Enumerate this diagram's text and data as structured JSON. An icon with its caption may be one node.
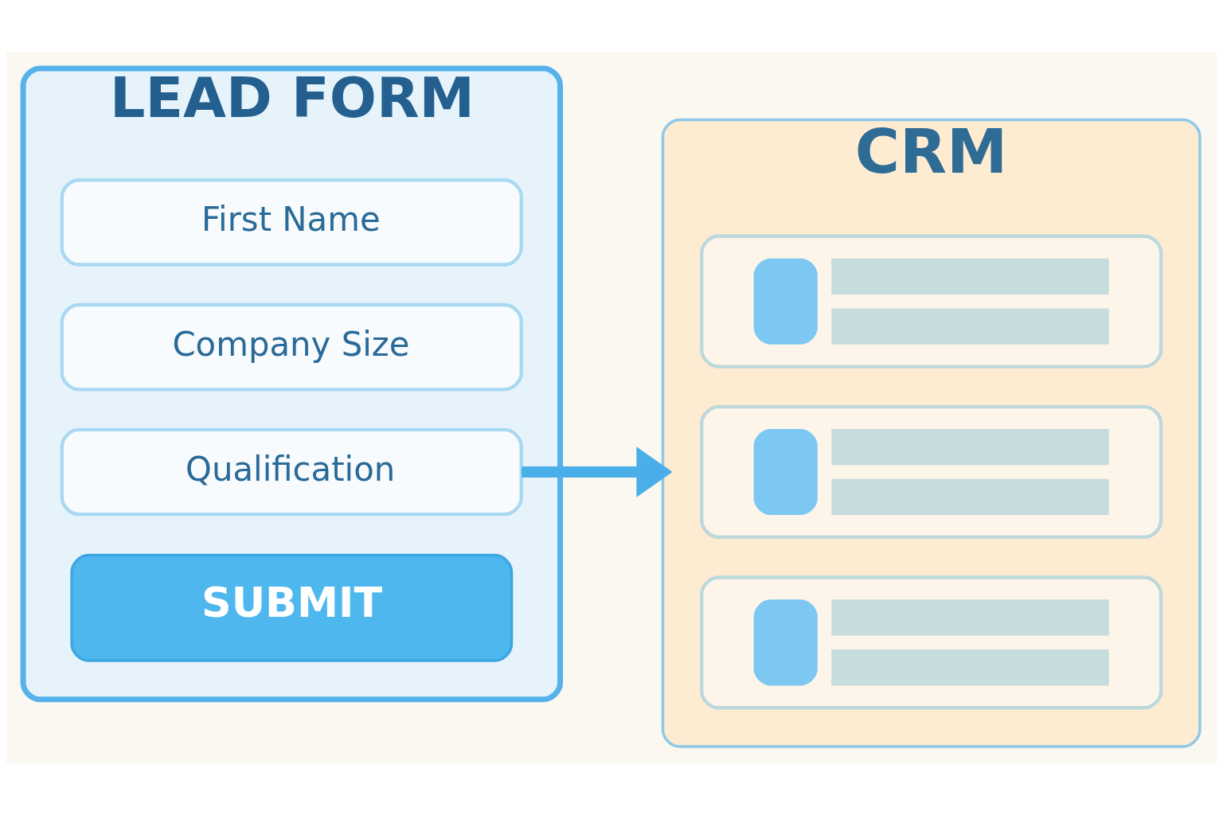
{
  "diagram": {
    "nodes": [
      {
        "text": [
          "LEAD FORM"
        ]
      },
      {
        "text": [
          "First Name"
        ],
        "in": 0
      },
      {
        "text": [
          "Company Size"
        ],
        "in": 0
      },
      {
        "text": [
          "Qualification"
        ],
        "in": 0
      },
      {
        "text": [
          "SUBMIT"
        ],
        "in": 0
      },
      {
        "text": [
          "CRM"
        ]
      },
      {
        "text": [],
        "shape": "box",
        "in": 5
      },
      {
        "text": [],
        "shape": "box",
        "in": 5
      },
      {
        "text": [],
        "shape": "box",
        "in": 5
      }
    ],
    "edges": [
      {
        "from": 3,
        "to": 5,
        "arrow": "to"
      }
    ]
  }
}
